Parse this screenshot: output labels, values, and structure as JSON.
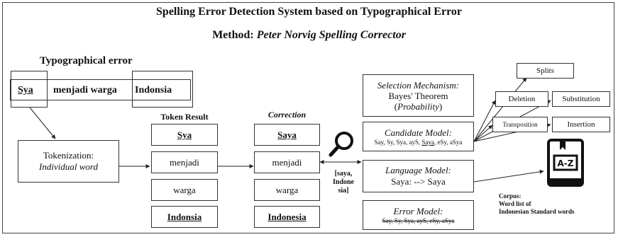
{
  "title": "Spelling Error Detection System based on Typographical Error",
  "method_prefix": "Method:",
  "method_name": "Peter Norvig Spelling Corrector",
  "typo_heading": "Typographical error",
  "sentence": {
    "w1": "Sya",
    "w2": "menjadi warga",
    "w3": "Indonsia"
  },
  "tokenization": {
    "line1": "Tokenization:",
    "line2": "Individual word"
  },
  "token_result": {
    "heading": "Token Result",
    "items": [
      "Sya",
      "menjadi",
      "warga",
      "Indonsia"
    ]
  },
  "correction": {
    "heading": "Correction",
    "items": [
      "Saya",
      "menjadi",
      "warga",
      "Indonesia"
    ]
  },
  "search": {
    "label_l1": "[saya,",
    "label_l2": "Indone",
    "label_l3": "sia]"
  },
  "selection": {
    "l1": "Selection Mechanism:",
    "l2": "Bayes' Theorem",
    "l3": "(",
    "l3i": "Probability",
    "l3e": ")"
  },
  "candidate": {
    "l1": "Candidate Model:",
    "p1": "Say, Sy, Sya, ayS, ",
    "p2": "Saya",
    "p3": ", eSy, aSya"
  },
  "language": {
    "l1": "Language Model:",
    "l2": "Saya: --> Saya"
  },
  "error_model": {
    "l1": "Error Model:",
    "l2": "Say, Sy, Sya, ayS, eSy, aSya"
  },
  "operations": {
    "splits": "Splits",
    "deletion": "Deletion",
    "substitution": "Substitution",
    "transposition": "Transposition",
    "insertion": "Insertion"
  },
  "corpus": {
    "l1": "Corpus:",
    "l2": "Word list of",
    "l3": "Indonesian Standard words"
  },
  "dictionary_icon": "book-a-z-icon",
  "search_icon": "magnifier-icon"
}
